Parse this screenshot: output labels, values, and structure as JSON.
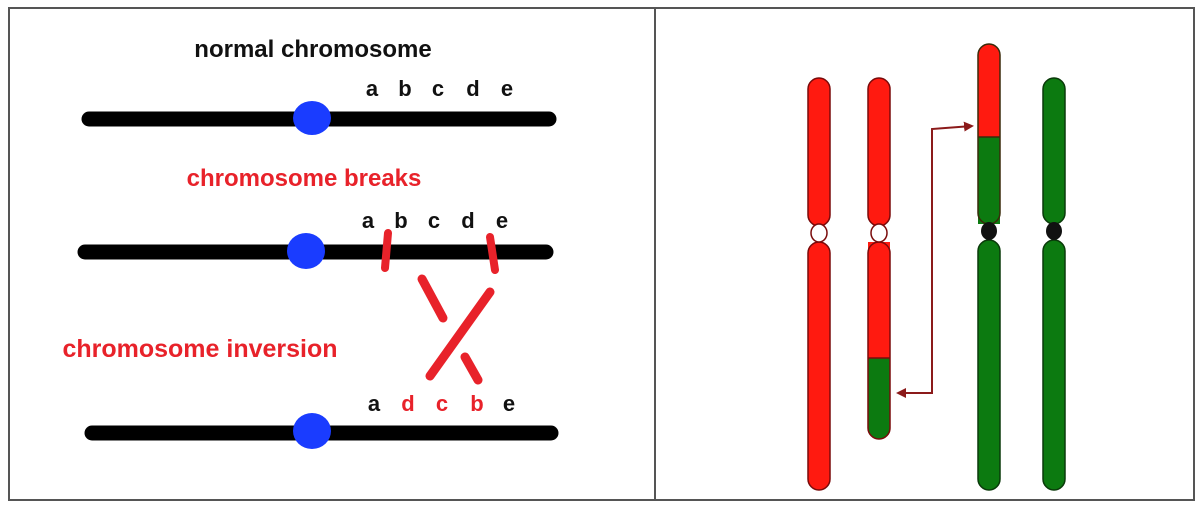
{
  "inversion_panel": {
    "normal_title": "normal chromosome",
    "breaks_title": "chromosome breaks",
    "inversion_title": "chromosome inversion",
    "normal_genes": [
      "a",
      "b",
      "c",
      "d",
      "e"
    ],
    "break_genes": [
      "a",
      "b",
      "c",
      "d",
      "e"
    ],
    "inverted_genes": [
      "a",
      "d",
      "c",
      "b",
      "e"
    ]
  },
  "colors": {
    "chromosome_bar": "#000000",
    "centromere": "#1a3cff",
    "break_mark": "#e8222a",
    "label_red": "#e8222a",
    "chr_red": "#ff1a10",
    "chr_green": "#0c7a10",
    "arrow": "#8b1a1a"
  }
}
